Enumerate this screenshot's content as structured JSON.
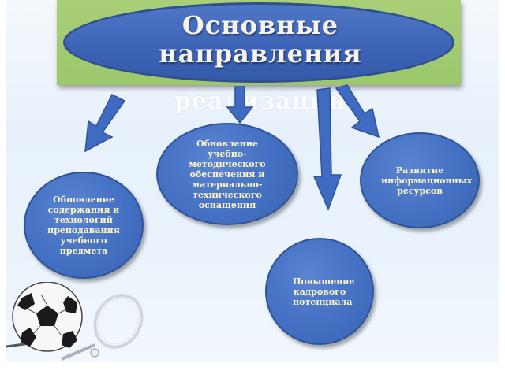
{
  "title": {
    "line1": "Основные",
    "line2": "направления",
    "overflow": "реализации"
  },
  "nodes": [
    {
      "id": "center-top",
      "text": "Обновление учебно-методического обеспечения и материально-технического оснащения"
    },
    {
      "id": "right",
      "text": "Развитие информационных ресурсов"
    },
    {
      "id": "left",
      "text": "Обновление содержания и технологий преподавания учебного предмета"
    },
    {
      "id": "bottom",
      "text": "Повышение кадрового потенциала"
    }
  ],
  "colors": {
    "header_green": "#9cc76b",
    "ellipse_blue": "#3c63b6",
    "node_blue": "#4470c3",
    "node_text": "#fdf6c3",
    "arrow_blue": "#3f6cc2"
  },
  "decoration": {
    "icon": "sports-ball-racket-icon"
  }
}
